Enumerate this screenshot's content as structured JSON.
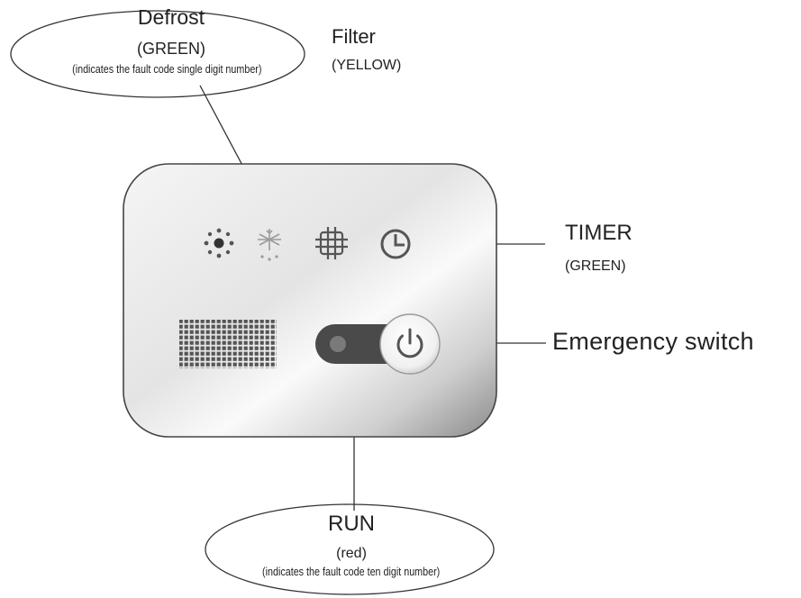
{
  "labels": {
    "defrost": {
      "title": "Defrost",
      "color": "(GREEN)",
      "note": "(indicates the fault code single digit number)"
    },
    "filter": {
      "title": "Filter",
      "color": "(YELLOW)"
    },
    "timer": {
      "title": "TIMER",
      "color": "(GREEN)"
    },
    "emergency": {
      "title": "Emergency switch"
    },
    "run": {
      "title": "RUN",
      "color": "(red)",
      "note": "(indicates the fault code ten digit number)"
    }
  },
  "icons": {
    "run_indicator": "sun-dots-icon",
    "defrost_indicator": "snowflake-icon",
    "filter_indicator": "grid-filter-icon",
    "timer_indicator": "clock-icon",
    "receiver": "receiver-grid",
    "emergency_switch": "power-icon"
  },
  "colors": {
    "panel_light": "#f7f7f7",
    "panel_dark": "#8e8e8e",
    "icon_gray": "#555555",
    "line": "#333333"
  }
}
